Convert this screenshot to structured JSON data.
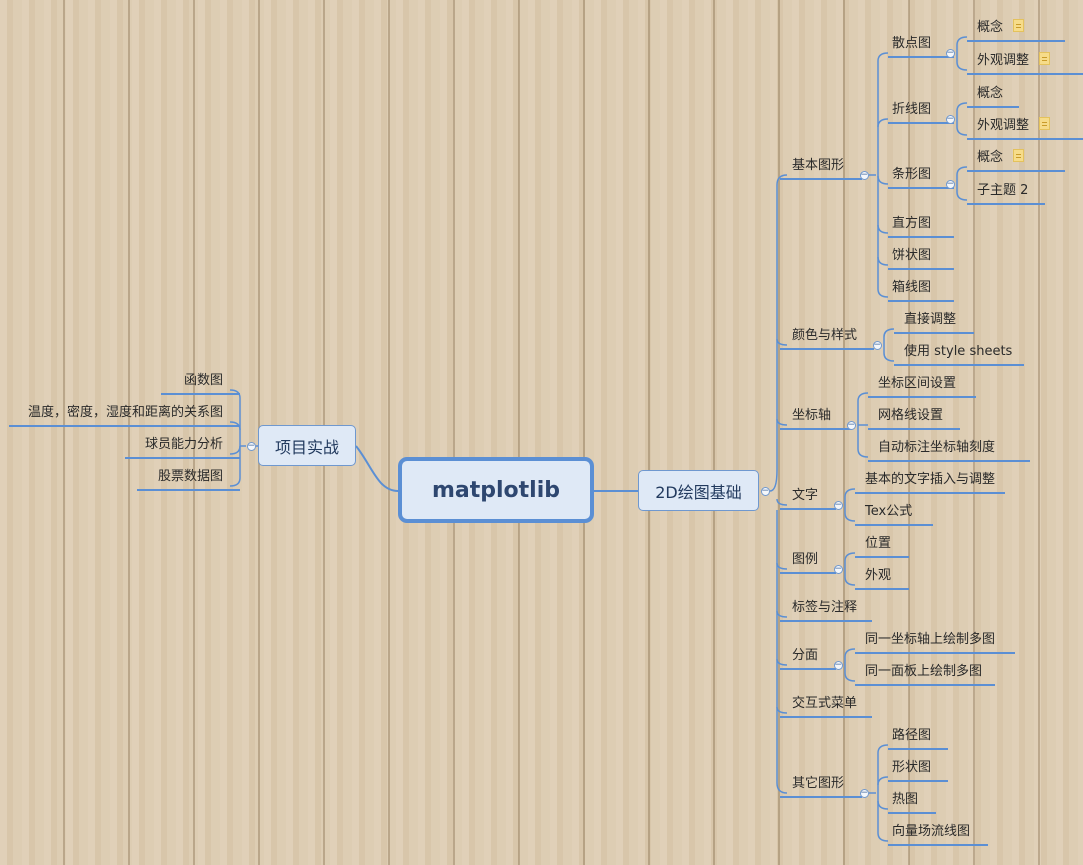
{
  "root": "matplotlib",
  "right_branch": {
    "label": "2D绘图基础",
    "children": [
      {
        "label": "基本图形",
        "children": [
          {
            "label": "散点图",
            "children": [
              {
                "label": "概念",
                "note": true
              },
              {
                "label": "外观调整",
                "note": true
              }
            ]
          },
          {
            "label": "折线图",
            "children": [
              {
                "label": "概念"
              },
              {
                "label": "外观调整",
                "note": true
              }
            ]
          },
          {
            "label": "条形图",
            "children": [
              {
                "label": "概念",
                "note": true
              },
              {
                "label": "子主题 2"
              }
            ]
          },
          {
            "label": "直方图"
          },
          {
            "label": "饼状图"
          },
          {
            "label": "箱线图"
          }
        ]
      },
      {
        "label": "颜色与样式",
        "children": [
          {
            "label": "直接调整"
          },
          {
            "label": "使用 style sheets"
          }
        ]
      },
      {
        "label": "坐标轴",
        "children": [
          {
            "label": "坐标区间设置"
          },
          {
            "label": "网格线设置"
          },
          {
            "label": "自动标注坐标轴刻度"
          }
        ]
      },
      {
        "label": "文字",
        "children": [
          {
            "label": "基本的文字插入与调整"
          },
          {
            "label": "Tex公式"
          }
        ]
      },
      {
        "label": "图例",
        "children": [
          {
            "label": "位置"
          },
          {
            "label": "外观"
          }
        ]
      },
      {
        "label": "标签与注释"
      },
      {
        "label": "分面",
        "children": [
          {
            "label": "同一坐标轴上绘制多图"
          },
          {
            "label": "同一面板上绘制多图"
          }
        ]
      },
      {
        "label": "交互式菜单"
      },
      {
        "label": "其它图形",
        "children": [
          {
            "label": "路径图"
          },
          {
            "label": "形状图"
          },
          {
            "label": "热图"
          },
          {
            "label": "向量场流线图"
          }
        ]
      }
    ]
  },
  "left_branch": {
    "label": "项目实战",
    "children": [
      {
        "label": "函数图"
      },
      {
        "label": "温度，密度，湿度和距离的关系图"
      },
      {
        "label": "球员能力分析"
      },
      {
        "label": "股票数据图"
      }
    ]
  },
  "colors": {
    "line": "#5b8fd4",
    "node_fill": "#dfe9f6",
    "root_border": "#5b8fd4",
    "text": "#2a2a2a"
  }
}
